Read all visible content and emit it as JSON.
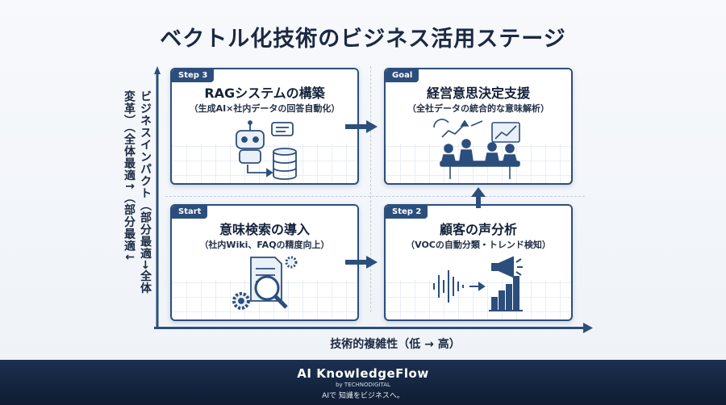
{
  "title": "ベクトル化技術のビジネス活用ステージ",
  "axes": {
    "y_label": "ビジネスインパクト（部分最適→全体変革）（全体最適↑（部分最適↓",
    "x_label": "技術的複雑性（低 → 高）"
  },
  "cards": {
    "step3": {
      "tag": "Step 3",
      "title": "RAGシステムの構築",
      "subtitle": "（生成AI×社内データの回答自動化）"
    },
    "goal": {
      "tag": "Goal",
      "title": "経営意思決定支援",
      "subtitle": "（全社データの統合的な意味解析）"
    },
    "start": {
      "tag": "Start",
      "title": "意味検索の導入",
      "subtitle": "（社内Wiki、FAQの精度向上）"
    },
    "step2": {
      "tag": "Step 2",
      "title": "顧客の声分析",
      "subtitle": "（VOCの自動分類・トレンド検知）"
    }
  },
  "footer": {
    "brand": "AI KnowledgeFlow",
    "by": "by TECHNODIGITAL",
    "tagline": "AIで 知識をビジネスへ。"
  },
  "colors": {
    "accent": "#2c4e7c",
    "footer_bg": "#14243f"
  }
}
